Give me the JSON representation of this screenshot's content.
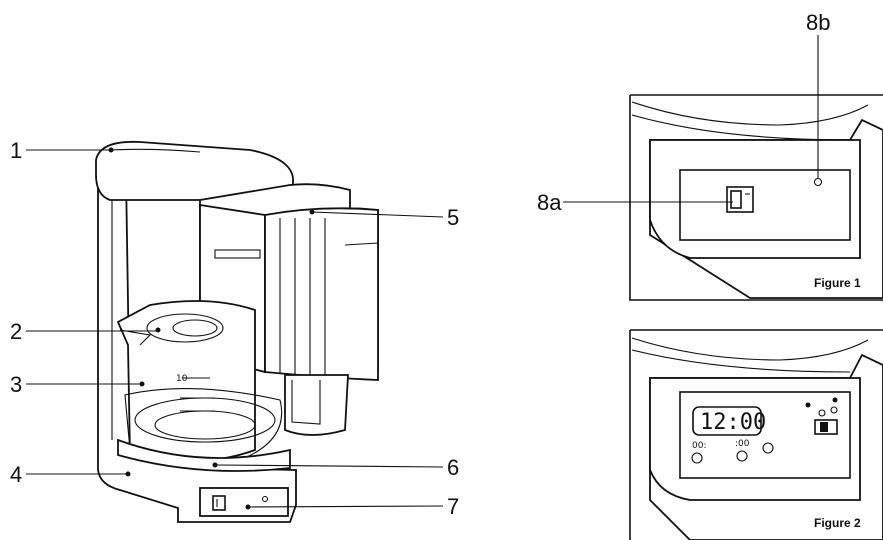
{
  "callouts": {
    "c1": "1",
    "c2": "2",
    "c3": "3",
    "c4": "4",
    "c5": "5",
    "c6": "6",
    "c7": "7",
    "c8a": "8a",
    "c8b": "8b"
  },
  "figures": {
    "fig1_label": "Figure 1",
    "fig2_label": "Figure 2",
    "fig2_clock": "12:00",
    "fig2_btn1": "00:",
    "fig2_btn2": ":00",
    "fig2_switch_off": "0",
    "fig2_switch_on": "I"
  },
  "carafe_mark": "10",
  "switch_symbols": "I 0"
}
